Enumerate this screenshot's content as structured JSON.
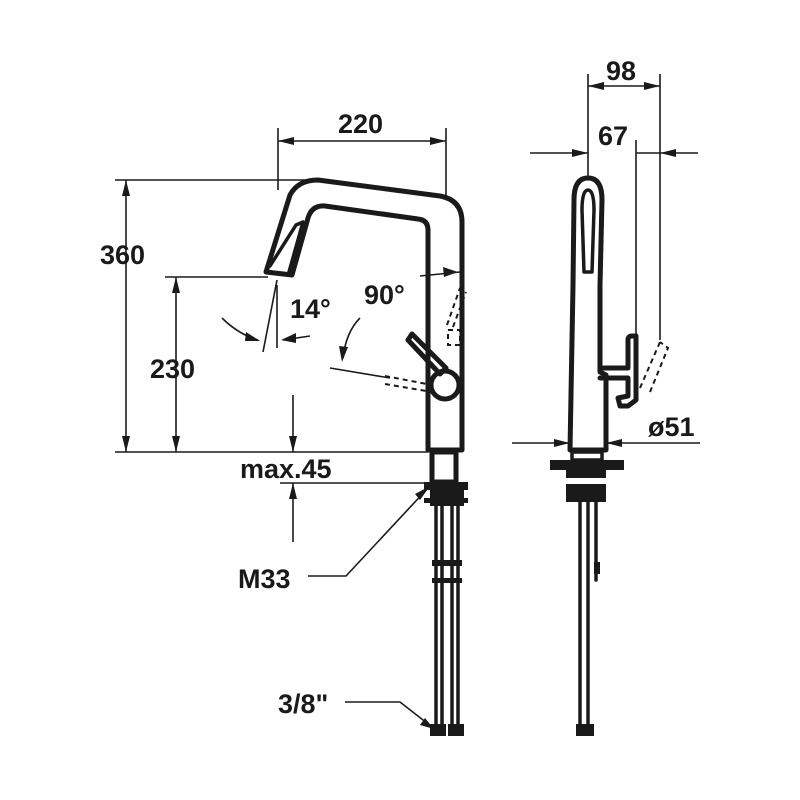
{
  "dimensions": {
    "spout_reach": "220",
    "total_height": "360",
    "spout_height": "230",
    "spout_tilt_angle": "14°",
    "lever_angle": "90°",
    "max_counter_thickness": "max.45",
    "mounting_thread": "M33",
    "hose_connection": "3/8\"",
    "side_total_depth": "98",
    "side_lever_depth": "67",
    "base_diameter": "ø51"
  },
  "colors": {
    "ink": "#1a1a1a",
    "background": "#ffffff"
  }
}
